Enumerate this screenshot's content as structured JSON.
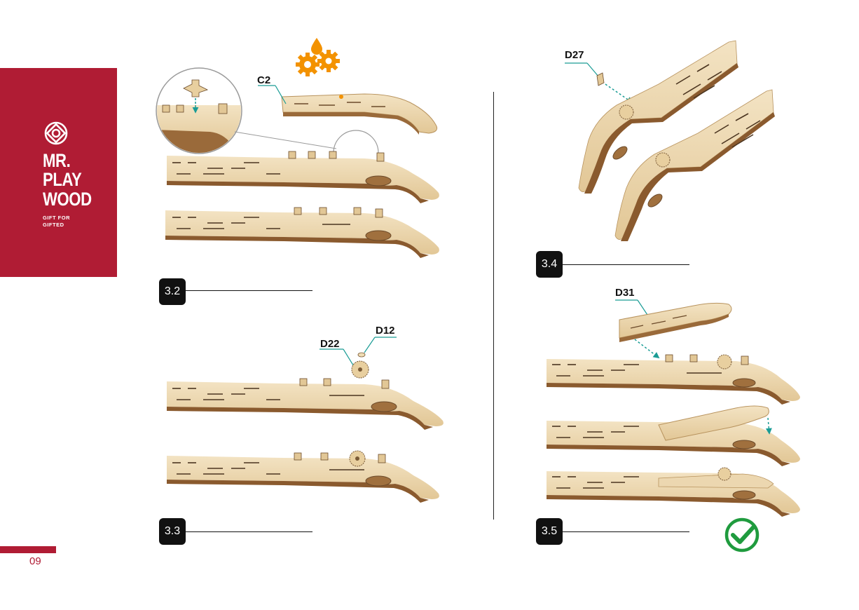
{
  "brand": {
    "name_line1": "MR.",
    "name_line2": "PLAY",
    "name_line3": "WOOD",
    "tagline_line1": "GIFT FOR",
    "tagline_line2": "GIFTED"
  },
  "page": {
    "number": "09"
  },
  "steps": [
    {
      "label": "3.2"
    },
    {
      "label": "3.3"
    },
    {
      "label": "3.4"
    },
    {
      "label": "3.5"
    }
  ],
  "parts": {
    "c2": "C2",
    "d12": "D12",
    "d22": "D22",
    "d27": "D27",
    "d31": "D31"
  },
  "icons": {
    "lubricate": "oil-gears-icon",
    "done": "checkmark-icon"
  },
  "colors": {
    "brand_red": "#b01c34",
    "accent_orange": "#f39200",
    "guide_teal": "#1a9c95",
    "done_green": "#1f9b3e",
    "wood_light": "#ecd7b0",
    "wood_edge": "#7a4f26"
  }
}
